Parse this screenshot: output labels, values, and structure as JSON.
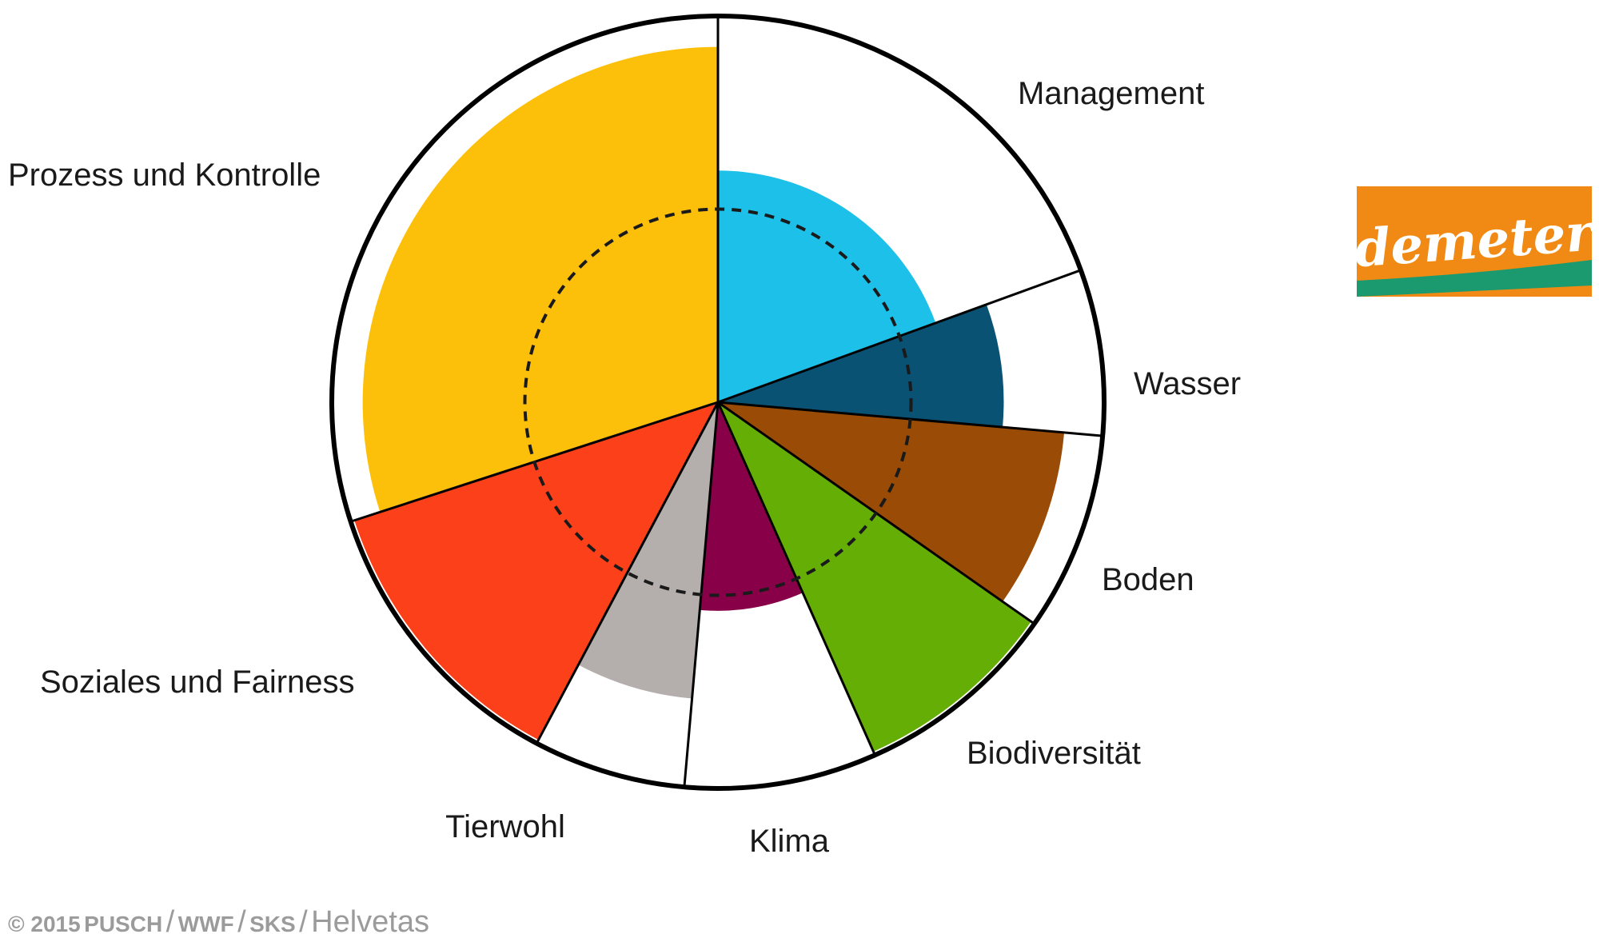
{
  "chart_data": {
    "type": "polar-area",
    "title": "",
    "max_value": 100,
    "reference_ring_value": 50,
    "sectors": [
      {
        "category": "Management",
        "start_deg": 0,
        "end_deg": 70,
        "value": 60,
        "color": "#1CC0E8"
      },
      {
        "category": "Wasser",
        "start_deg": 70,
        "end_deg": 95,
        "value": 74,
        "color": "#0A5274"
      },
      {
        "category": "Boden",
        "start_deg": 95,
        "end_deg": 125,
        "value": 90,
        "color": "#9A4B05"
      },
      {
        "category": "Biodiversität",
        "start_deg": 125,
        "end_deg": 156,
        "value": 99,
        "color": "#64AE05"
      },
      {
        "category": "Klima",
        "start_deg": 156,
        "end_deg": 185,
        "value": 54,
        "color": "#880048"
      },
      {
        "category": "Tierwohl",
        "start_deg": 185,
        "end_deg": 208,
        "value": 77,
        "color": "#B4AEAD"
      },
      {
        "category": "Soziales und Fairness",
        "start_deg": 208,
        "end_deg": 252,
        "value": 99,
        "color": "#FC4019"
      },
      {
        "category": "Prozess und Kontrolle",
        "start_deg": 252,
        "end_deg": 360,
        "value": 92,
        "color": "#FCC00A"
      }
    ]
  },
  "footer": {
    "copyright": "© 2015",
    "p1": "PUSCH",
    "sep": "/",
    "p2": "WWF",
    "p3": "SKS",
    "p4": "Helvetas"
  },
  "logo": {
    "text": "demeter",
    "bg_color": "#F18A14",
    "stripe_color": "#1A9A6E"
  }
}
